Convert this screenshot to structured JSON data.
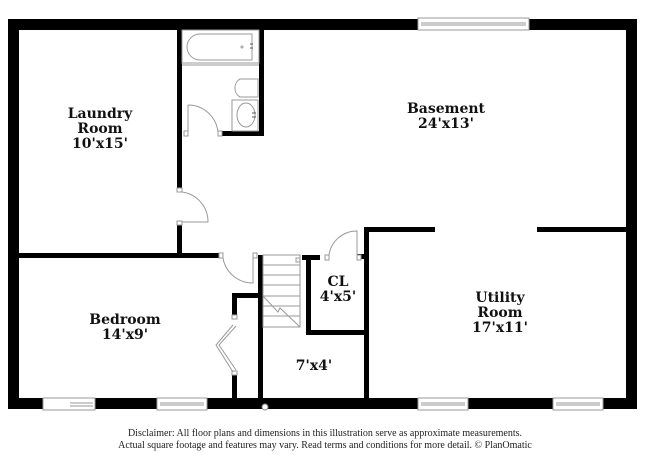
{
  "floorplan": {
    "rooms": [
      {
        "id": "laundry-room",
        "name_line1": "Laundry",
        "name_line2": "Room",
        "dims": "10'x15'"
      },
      {
        "id": "basement",
        "name_line1": "Basement",
        "name_line2": "",
        "dims": "24'x13'"
      },
      {
        "id": "bedroom",
        "name_line1": "Bedroom",
        "name_line2": "",
        "dims": "14'x9'"
      },
      {
        "id": "closet",
        "name_line1": "CL",
        "name_line2": "",
        "dims": "4'x5'"
      },
      {
        "id": "utility-room",
        "name_line1": "Utility",
        "name_line2": "Room",
        "dims": "17'x11'"
      },
      {
        "id": "storage",
        "name_line1": "",
        "name_line2": "",
        "dims": "7'x4'"
      }
    ],
    "colors": {
      "wall": "#000000",
      "fixture": "#9a9a9a",
      "background": "#ffffff",
      "text": "#111111"
    }
  },
  "disclaimer": {
    "line1": "Disclaimer: All floor plans and dimensions in this illustration serve as approximate measurements.",
    "line2": "Actual square footage and features may vary. Read terms and conditions for more detail. © PlanOmatic"
  }
}
